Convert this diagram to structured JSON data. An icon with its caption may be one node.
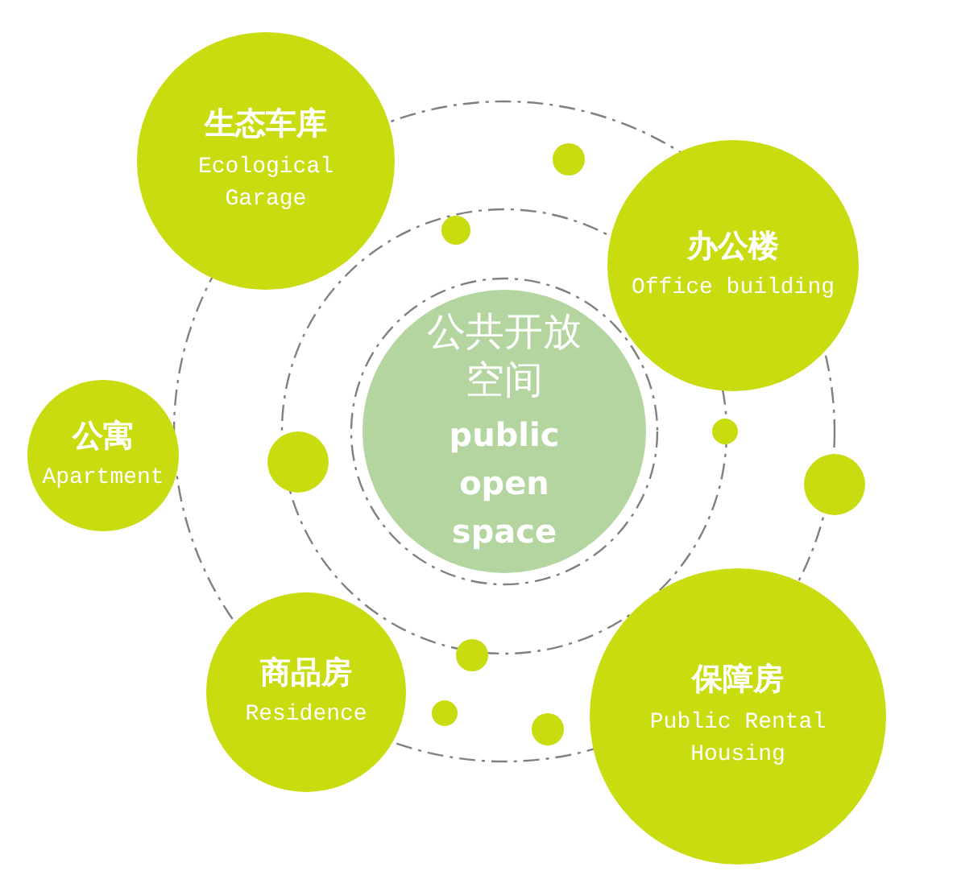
{
  "diagram": {
    "nodes": [
      {
        "text": [
          "公共开放空间",
          "public open space"
        ]
      },
      {
        "text": [
          "生态车库",
          "Ecological Garage"
        ]
      },
      {
        "text": [
          "办公楼",
          "Office building"
        ]
      },
      {
        "text": [
          "公寓",
          "Apartment"
        ]
      },
      {
        "text": [
          "商品房",
          "Residence"
        ]
      },
      {
        "text": [
          "保障房",
          "Public Rental Housing"
        ]
      },
      {
        "text": [],
        "shape": "circle"
      },
      {
        "text": [],
        "shape": "circle"
      },
      {
        "text": [],
        "shape": "circle"
      },
      {
        "text": [],
        "shape": "circle"
      },
      {
        "text": [],
        "shape": "circle"
      },
      {
        "text": [],
        "shape": "circle"
      },
      {
        "text": [],
        "shape": "circle"
      },
      {
        "text": [],
        "shape": "circle"
      }
    ]
  }
}
